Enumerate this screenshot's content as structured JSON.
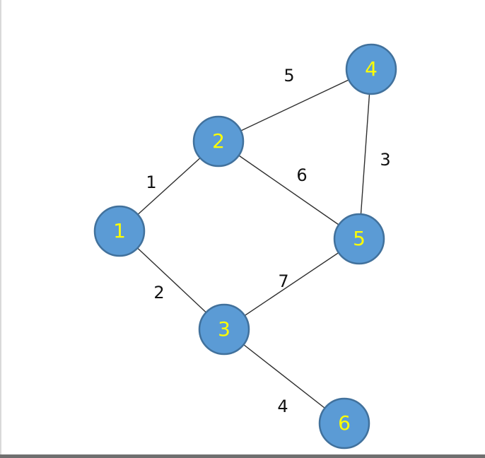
{
  "graph": {
    "colors": {
      "node_fill": "#5b9bd5",
      "node_label": "#ffff00",
      "edge": "#2f2f2f",
      "edge_label": "#111111"
    },
    "nodes": [
      {
        "id": "1",
        "label": "1"
      },
      {
        "id": "2",
        "label": "2"
      },
      {
        "id": "3",
        "label": "3"
      },
      {
        "id": "4",
        "label": "4"
      },
      {
        "id": "5",
        "label": "5"
      },
      {
        "id": "6",
        "label": "6"
      }
    ],
    "edges": [
      {
        "from": "1",
        "to": "2",
        "weight": "1"
      },
      {
        "from": "1",
        "to": "3",
        "weight": "2"
      },
      {
        "from": "2",
        "to": "4",
        "weight": "5"
      },
      {
        "from": "2",
        "to": "5",
        "weight": "6"
      },
      {
        "from": "4",
        "to": "5",
        "weight": "3"
      },
      {
        "from": "3",
        "to": "5",
        "weight": "7"
      },
      {
        "from": "3",
        "to": "6",
        "weight": "4"
      }
    ]
  }
}
